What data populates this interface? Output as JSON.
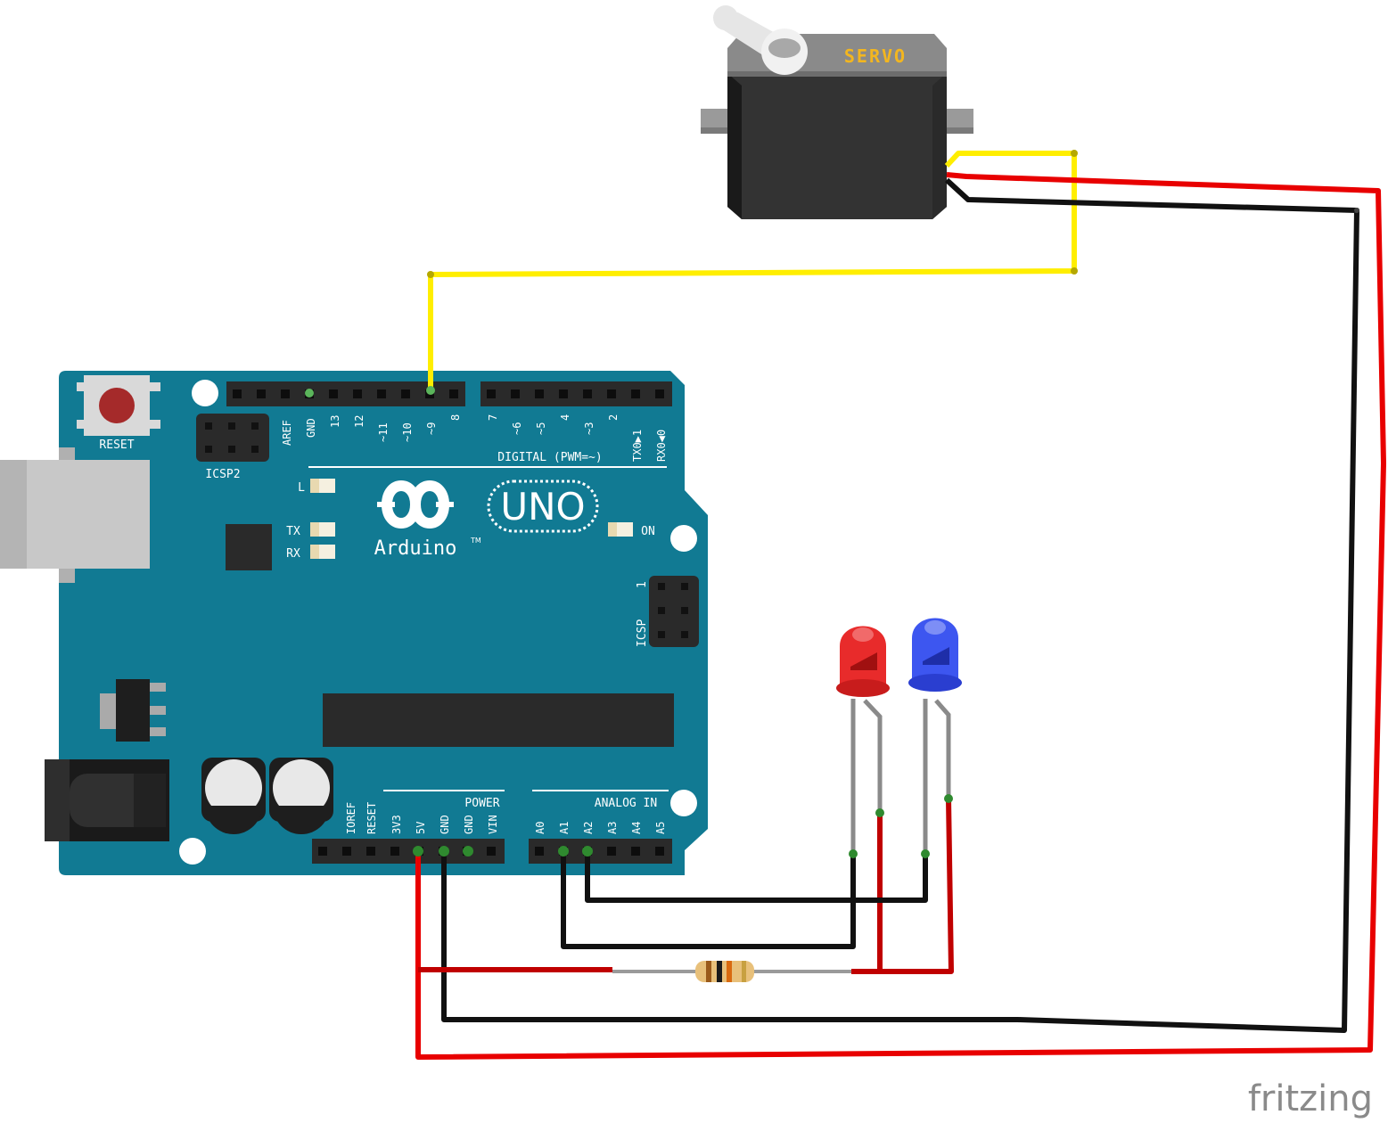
{
  "servo": {
    "label": "SERVO"
  },
  "board": {
    "reset_label": "RESET",
    "icsp2_label": "ICSP2",
    "icsp_label": "ICSP",
    "icsp_pin1": "1",
    "logo_brand": "Arduino",
    "logo_tm": "TM",
    "logo_model": "UNO",
    "led_l": "L",
    "led_tx": "TX",
    "led_rx": "RX",
    "led_on": "ON",
    "digital_header": "DIGITAL (PWM=~)",
    "power_header": "POWER",
    "analog_header": "ANALOG IN",
    "digital_pins_left": [
      "AREF",
      "GND",
      "13",
      "12",
      "~11",
      "~10",
      "~9",
      "8"
    ],
    "digital_pins_right": [
      "7",
      "~6",
      "~5",
      "4",
      "~3",
      "2",
      "TX0▶1",
      "RX0◀0"
    ],
    "power_pins": [
      "IOREF",
      "RESET",
      "3V3",
      "5V",
      "GND",
      "GND",
      "VIN"
    ],
    "analog_pins": [
      "A0",
      "A1",
      "A2",
      "A3",
      "A4",
      "A5"
    ]
  },
  "components": {
    "led_red": {
      "color": "#e82b2b"
    },
    "led_blue": {
      "color": "#3d56f0"
    },
    "resistor": {
      "body_color": "#e8c07a"
    }
  },
  "wire_colors": {
    "signal": "#ffee00",
    "power": "#e80000",
    "ground": "#111111"
  },
  "watermark": "fritzing"
}
